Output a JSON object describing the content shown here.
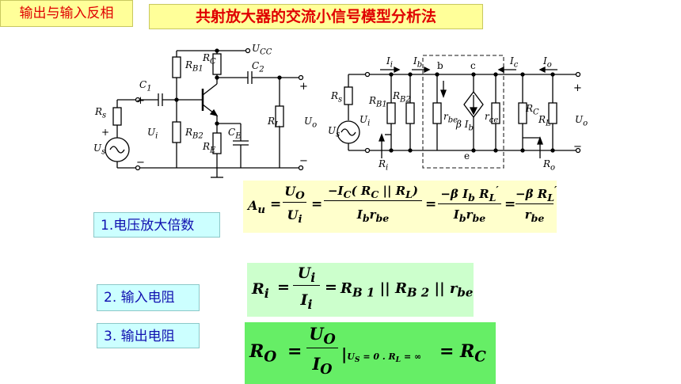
{
  "title": "共射放大器的交流小信号模型分析法",
  "labels": {
    "voltage_gain": "1.电压放大倍数",
    "input_resistance": "2.  输入电阻",
    "output_resistance": "3.  输出电阻",
    "phase_note": "输出与输入反相"
  },
  "circuit_left": {
    "Rs": "R",
    "Rs_sub": "s",
    "Us": "U",
    "Us_sub": "s",
    "C1": "C",
    "C1_sub": "1",
    "RB1": "R",
    "RB1_sub": "B1",
    "RB2": "R",
    "RB2_sub": "B2",
    "RC": "R",
    "RC_sub": "C",
    "RE": "R",
    "RE_sub": "E",
    "CE": "C",
    "CE_sub": "E",
    "C2": "C",
    "C2_sub": "2",
    "RL": "R",
    "RL_sub": "L",
    "Ui": "U",
    "Ui_sub": "i",
    "Uo": "U",
    "Uo_sub": "o",
    "UCC": "U",
    "UCC_sub": "CC",
    "plus": "+",
    "minus": "−"
  },
  "circuit_right": {
    "Rs": "R",
    "Rs_sub": "s",
    "Us": "U",
    "Us_sub": "s",
    "RB1": "R",
    "RB1_sub": "B1",
    "RB2": "R",
    "RB2_sub": "B2",
    "rbe": "r",
    "rbe_sub": "be",
    "beta_ib": "β I",
    "beta_ib_sub": "b",
    "rce": "r",
    "rce_sub": "ce",
    "RC": "R",
    "RC_sub": "C",
    "RL": "R",
    "RL_sub": "L",
    "Ii": "I",
    "Ii_sub": "i",
    "Ib": "I",
    "Ib_sub": "b",
    "Ic": "I",
    "Ic_sub": "c",
    "Io": "I",
    "Io_sub": "o",
    "Ui": "U",
    "Ui_sub": "i",
    "Uo": "U",
    "Uo_sub": "o",
    "Ri": "R",
    "Ri_sub": "i",
    "Ro": "R",
    "Ro_sub": "o",
    "node_b": "b",
    "node_c": "c",
    "node_e": "e",
    "plus": "+",
    "minus": "−"
  },
  "formula_gain": {
    "lhs": "A",
    "lhs_sub": "u",
    "f1_num": "U",
    "f1_num_sub": "O",
    "f1_den": "U",
    "f1_den_sub": "i",
    "f2_num": "−I",
    "f2_num_sub": "C",
    "f2_num_tail": "( R",
    "f2_num_sub2": "C",
    "f2_num_par": " || R",
    "f2_num_sub3": "L",
    "f2_num_end": ")",
    "f2_den": "I",
    "f2_den_sub": "b",
    "f2_den_tail": "r",
    "f2_den_sub2": "be",
    "f3_num": "−β I",
    "f3_num_sub": "b",
    "f3_num_tail": " R",
    "f3_num_sub2": "L",
    "f3_num_sup": "′",
    "f3_den": "I",
    "f3_den_sub": "b",
    "f3_den_tail": "r",
    "f3_den_sub2": "be",
    "f4_num": "−β R",
    "f4_num_sub": "L",
    "f4_num_sup": "′",
    "f4_den": "r",
    "f4_den_sub": "be",
    "eq": "="
  },
  "formula_ri": {
    "lhs": "R",
    "lhs_sub": "i",
    "num": "U",
    "num_sub": "i",
    "den": "I",
    "den_sub": "i",
    "rhs": "R",
    "rhs_sub1": "B 1",
    "rhs2": " || R",
    "rhs_sub2": "B 2",
    "rhs3": " || r",
    "rhs_sub3": "be",
    "eq": "="
  },
  "formula_ro": {
    "lhs": "R",
    "lhs_sub": "O",
    "num": "U",
    "num_sub": "O",
    "den": "I",
    "den_sub": "O",
    "cond": "|",
    "cond_text": "U",
    "cond_sub": "S",
    "cond_tail": " = 0 . R",
    "cond_sub2": "L",
    "cond_end": " = ∞",
    "rhs": "R",
    "rhs_sub": "C",
    "eq": "="
  },
  "colors": {
    "title_bg": "#ffff99",
    "title_text": "#e00000",
    "label_bg": "#ccffff",
    "label_text": "#1010b0",
    "gain_bg": "#ffffcc",
    "ri_bg": "#ccffcc",
    "ro_bg": "#66ee66"
  }
}
